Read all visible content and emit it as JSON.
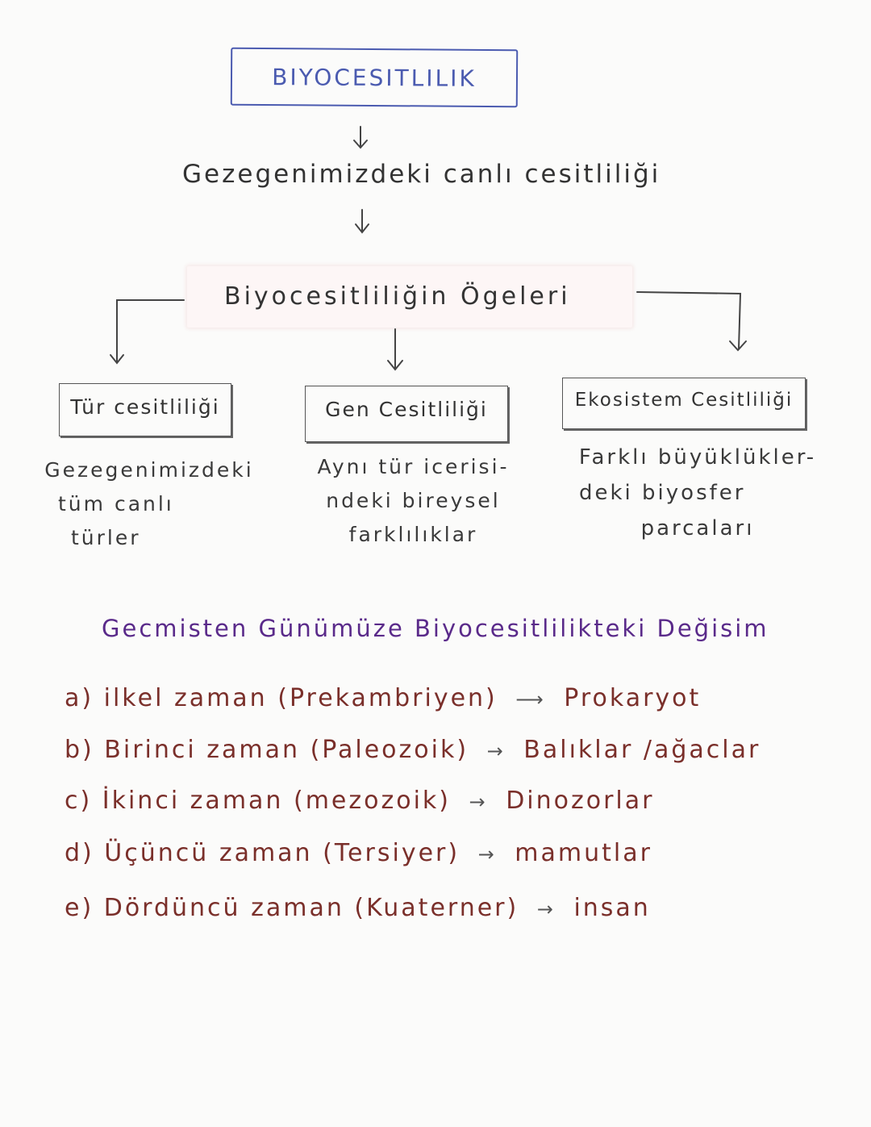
{
  "title": "BIYOCESITLILIK",
  "definition": "Gezegenimizdeki canlı cesitliliği",
  "elements_heading": "Biyocesitliliğin Ögeleri",
  "categories": [
    {
      "label": "Tür cesitliliği",
      "description": [
        "Gezegenimizdeki",
        "tüm canlı",
        "türler"
      ]
    },
    {
      "label": "Gen Cesitliliği",
      "description": [
        "Aynı tür icerisi-",
        "ndeki bireysel",
        "farklılıklar"
      ]
    },
    {
      "label": "Ekosistem Cesitliliği",
      "description": [
        "Farklı büyüklükler-",
        "deki biyosfer",
        "parcaları"
      ]
    }
  ],
  "history_heading": "Gecmisten Günümüze Biyocesitlilikteki Değisim",
  "eras": [
    {
      "marker": "a)",
      "name": "ilkel zaman",
      "period": "(Prekambriyen)",
      "result": "Prokaryot"
    },
    {
      "marker": "b)",
      "name": "Birinci zaman",
      "period": "(Paleozoik)",
      "result": "Balıklar /ağaclar"
    },
    {
      "marker": "c)",
      "name": "İkinci zaman",
      "period": "(mezozoik)",
      "result": "Dinozorlar"
    },
    {
      "marker": "d)",
      "name": "Üçüncü zaman",
      "period": "(Tersiyer)",
      "result": "mamutlar"
    },
    {
      "marker": "e)",
      "name": "Dördüncü zaman",
      "period": "(Kuaterner)",
      "result": "insan"
    }
  ],
  "colors": {
    "title_blue": "#4b5bb0",
    "heading_purple": "#5a2a8a",
    "era_brown": "#7a2f2a",
    "ink_gray": "#333333"
  }
}
